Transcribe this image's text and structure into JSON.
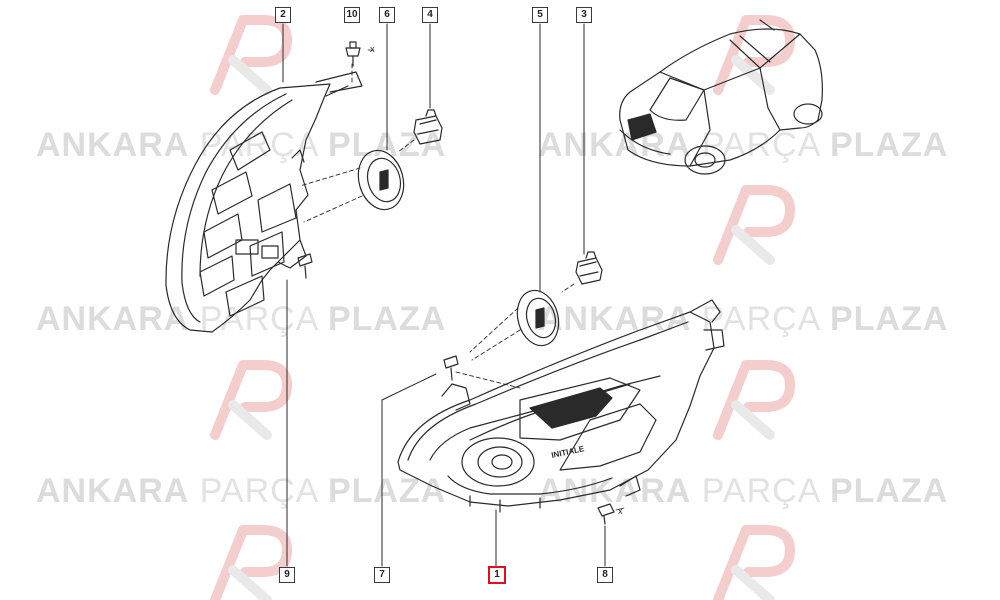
{
  "watermark": {
    "brand_bold": "ANKARA",
    "brand_thin": "PARÇA",
    "brand_bold2": "PLAZA",
    "logo_glyph": "AP"
  },
  "callouts": [
    {
      "id": "2",
      "highlight": false
    },
    {
      "id": "10",
      "highlight": false
    },
    {
      "id": "6",
      "highlight": false
    },
    {
      "id": "4",
      "highlight": false
    },
    {
      "id": "5",
      "highlight": false
    },
    {
      "id": "3",
      "highlight": false
    },
    {
      "id": "9",
      "highlight": false
    },
    {
      "id": "7",
      "highlight": false
    },
    {
      "id": "1",
      "highlight": true
    },
    {
      "id": "8",
      "highlight": false
    }
  ],
  "labels": {
    "lamp_badge": "INITIALE",
    "torque_mark": "x",
    "torque_mark2": "x"
  },
  "colors": {
    "line": "#2a2a2a",
    "highlight": "#e0101a",
    "watermark": "#dcdcdc",
    "logo_red": "#f3c4c4"
  }
}
